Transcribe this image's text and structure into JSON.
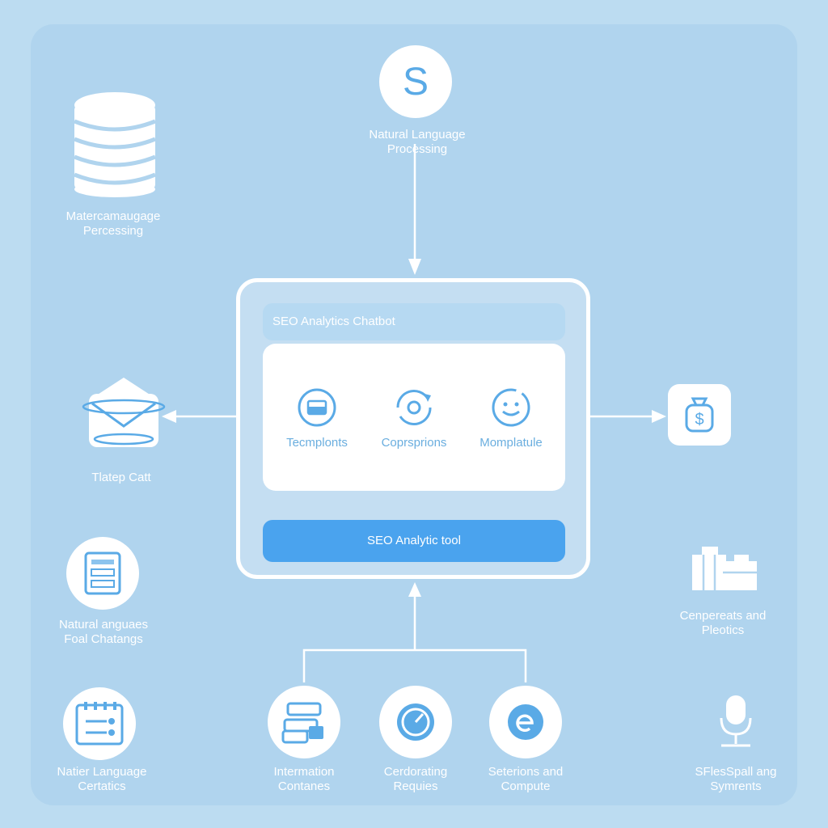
{
  "nodes": {
    "top": {
      "letter": "S",
      "label_l1": "Natural Language",
      "label_l2": "Processing"
    },
    "database": {
      "label_l1": "Matercamaugage",
      "label_l2": "Percessing"
    },
    "template": {
      "label_l1": "Tlatep Catt"
    },
    "doc": {
      "label_l1": "Natural anguaes",
      "label_l2": "Foal Chatangs"
    },
    "checklist": {
      "label_l1": "Natier Language",
      "label_l2": "Certatics"
    },
    "information": {
      "label_l1": "Intermation",
      "label_l2": "Contanes"
    },
    "coordinating": {
      "label_l1": "Cerdorating",
      "label_l2": "Requies"
    },
    "seterions": {
      "label_l1": "Seterions and",
      "label_l2": "Compute"
    },
    "money": {
      "symbol": "$"
    },
    "components": {
      "label_l1": "Cenpereats and",
      "label_l2": "Pleotics"
    },
    "speech": {
      "label_l1": "SFlesSpall ang",
      "label_l2": "Symrents"
    }
  },
  "chatbot": {
    "title": "SEO Analytics Chatbot",
    "features": [
      "Tecmplonts",
      "Coprsprions",
      "Momplatule"
    ],
    "button": "SEO Analytic tool"
  },
  "colors": {
    "background": "#bcdcf1",
    "panel": "#b0d4ee",
    "icon_blue": "#5aaae6",
    "button_blue": "#4aa3ee",
    "white": "#ffffff"
  }
}
